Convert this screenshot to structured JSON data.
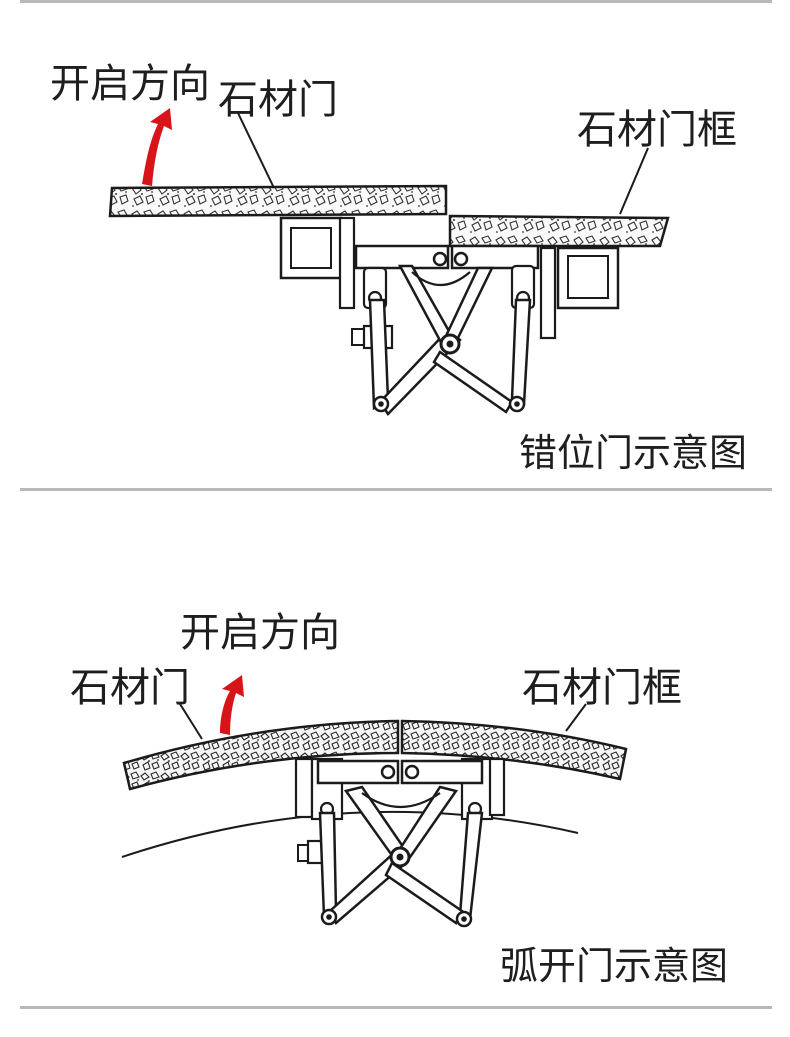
{
  "diagrams": [
    {
      "direction_label": "开启方向",
      "door_label": "石材门",
      "frame_label": "石材门框",
      "caption": "错位门示意图"
    },
    {
      "direction_label": "开启方向",
      "door_label": "石材门",
      "frame_label": "石材门框",
      "caption": "弧开门示意图"
    }
  ],
  "colors": {
    "arrow": "#d8141b",
    "line": "#1b1b1b",
    "divider": "#b9b9b9"
  },
  "icons": [
    "up-arrow-icon",
    "hinge-icon"
  ]
}
